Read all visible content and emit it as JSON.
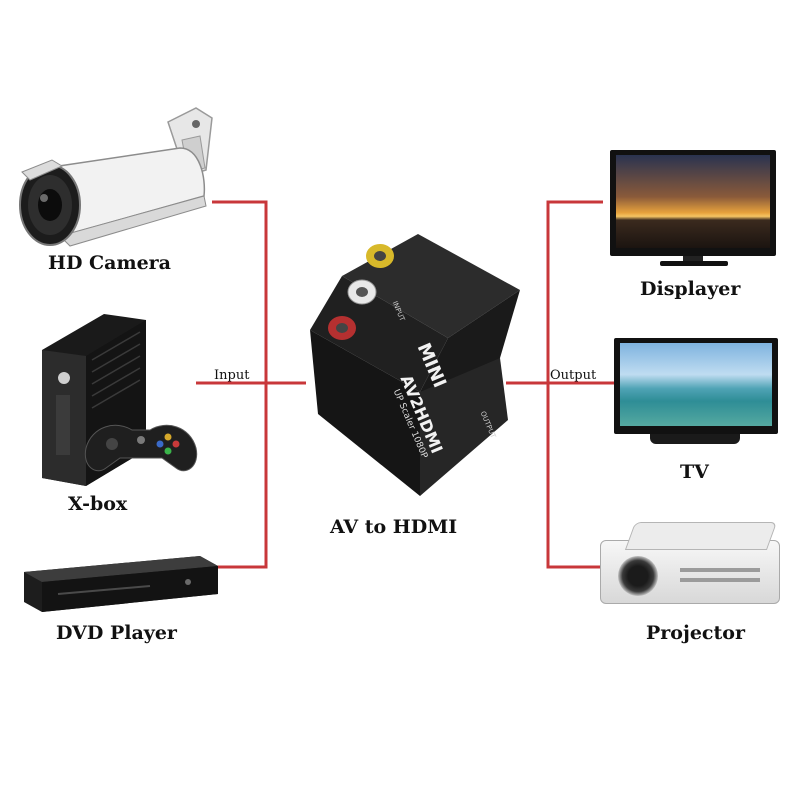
{
  "inputs": {
    "camera": "HD Camera",
    "xbox": "X-box",
    "dvd": "DVD Player"
  },
  "outputs": {
    "displayer": "Displayer",
    "tv": "TV",
    "projector": "Projector"
  },
  "connector": {
    "input_label": "Input",
    "output_label": "Output"
  },
  "device": {
    "caption": "AV to HDMI",
    "badge": "MINI",
    "model": "AV2HDMI",
    "subtitle": "UP Scaler 1080P",
    "port_input": "INPUT",
    "port_output": "OUTPUT"
  },
  "colors": {
    "wire": "#c8373a",
    "device_body": "#222222"
  }
}
